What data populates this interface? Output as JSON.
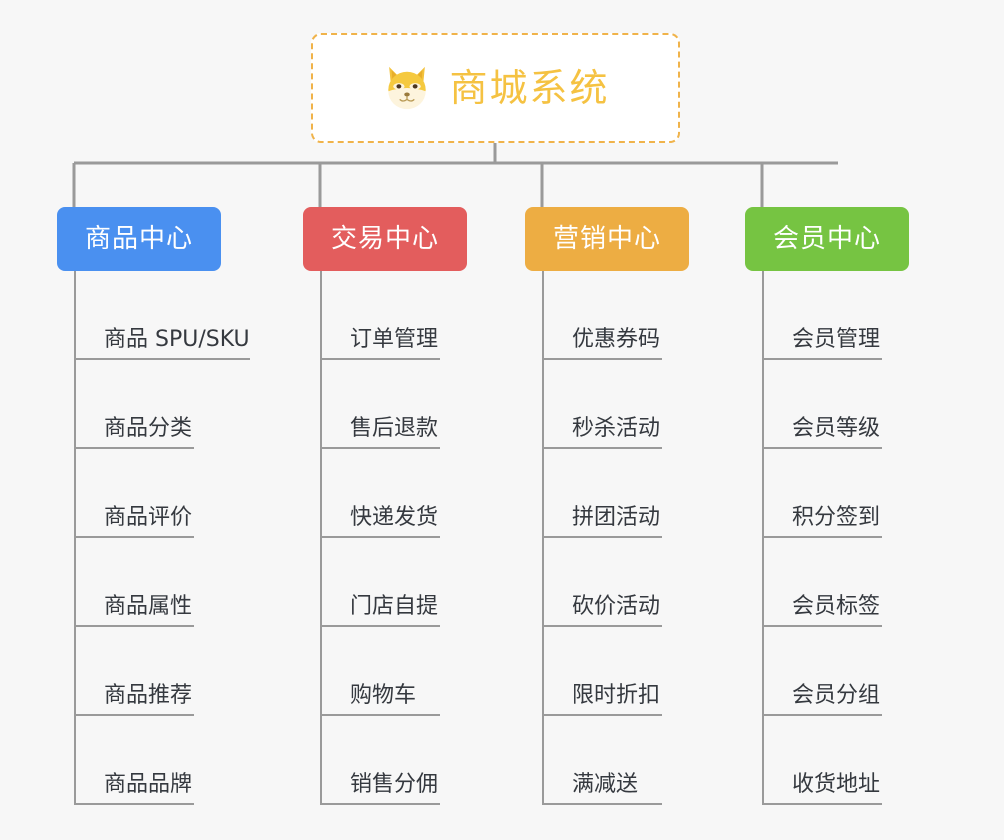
{
  "page": {
    "background_color": "#f7f7f7",
    "type": "mindmap"
  },
  "root": {
    "title": "商城系统",
    "icon": "shiba-dog-icon",
    "text_color": "#f5c242",
    "border_color": "#f0b34a",
    "fill_color": "#ffffff"
  },
  "connector": {
    "color": "#9a9a9a"
  },
  "branches": [
    {
      "label": "商品中心",
      "color": "#4a90f0",
      "leaves": [
        "商品 SPU/SKU",
        "商品分类",
        "商品评价",
        "商品属性",
        "商品推荐",
        "商品品牌"
      ]
    },
    {
      "label": "交易中心",
      "color": "#e35d5d",
      "leaves": [
        "订单管理",
        "售后退款",
        "快递发货",
        "门店自提",
        "购物车",
        "销售分佣"
      ]
    },
    {
      "label": "营销中心",
      "color": "#edad43",
      "leaves": [
        "优惠券码",
        "秒杀活动",
        "拼团活动",
        "砍价活动",
        "限时折扣",
        "满减送"
      ]
    },
    {
      "label": "会员中心",
      "color": "#76c442",
      "leaves": [
        "会员管理",
        "会员等级",
        "积分签到",
        "会员标签",
        "会员分组",
        "收货地址"
      ]
    }
  ]
}
